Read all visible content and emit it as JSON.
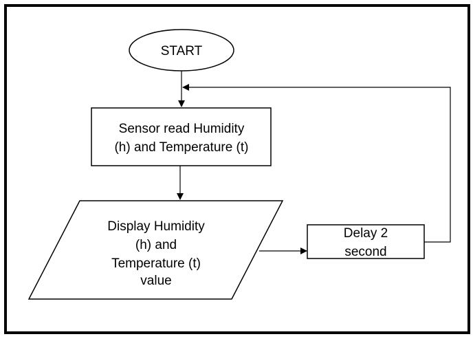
{
  "flowchart": {
    "start": {
      "label": "START"
    },
    "read_step": {
      "lines": [
        "Sensor read Humidity",
        "(h) and Temperature (t)"
      ]
    },
    "display_step": {
      "lines": [
        "Display Humidity",
        "(h) and",
        "Temperature (t)",
        "value"
      ]
    },
    "delay_step": {
      "lines": [
        "Delay 2",
        "second"
      ]
    }
  },
  "colors": {
    "stroke": "#000000",
    "background": "#ffffff"
  }
}
